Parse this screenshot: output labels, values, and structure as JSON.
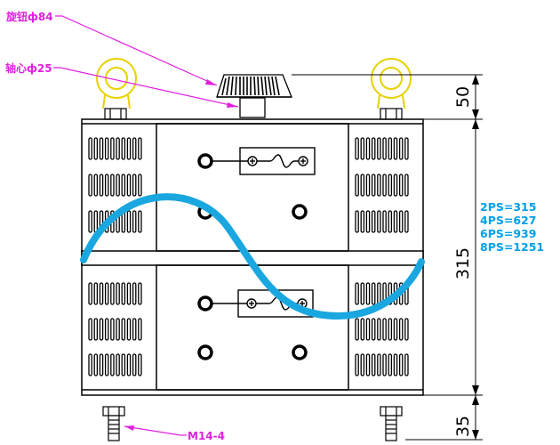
{
  "colors": {
    "annotation": "#e020e0",
    "spec_text": "#00a0e8",
    "wave": "#1aa7e0",
    "ring": "#e6d300",
    "line": "#000000"
  },
  "callouts": {
    "knob": "旋钮ф84",
    "shaft": "轴心ф25",
    "foot": "M14-4"
  },
  "dimensions": {
    "top": "50",
    "height": "315",
    "bottom": "35"
  },
  "specs": [
    "2PS=315",
    "4PS=627",
    "6PS=939",
    "8PS=1251"
  ],
  "icons": [
    "lifting-ring-icon",
    "sine-wave-icon",
    "knob-icon"
  ]
}
